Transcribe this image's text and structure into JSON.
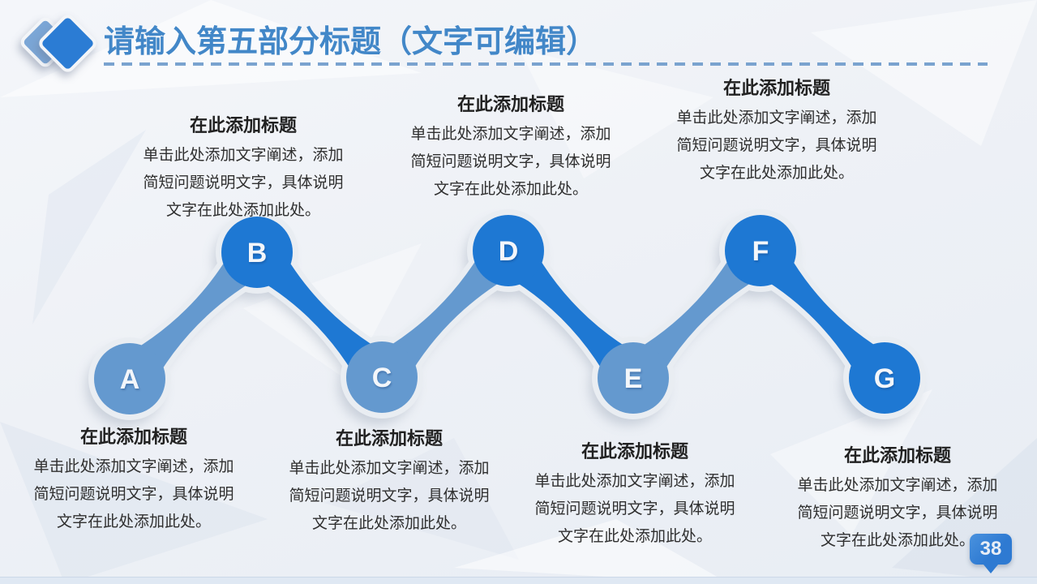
{
  "slide": {
    "title": "请输入第五部分标题（文字可编辑）",
    "page_number": "38"
  },
  "icons": {
    "title_marker": "double-diamond",
    "page_number_shape": "speech-bubble-pin"
  },
  "colors": {
    "title-blue": "#4287c8",
    "dash-blue": "#7aa3cf",
    "diamond-light": "#7ba6d6",
    "diamond-dark": "#2b7cd4",
    "node-dark": "#1e78d3",
    "node-light": "#6499cf",
    "halo": "#e9edf2",
    "badge-blue": "#2e7ad2",
    "bottom-bar": "#dfe8f3",
    "heading-text": "#212121",
    "body-text": "#2f2f2f"
  },
  "diagram": {
    "nodes": [
      {
        "label": "A",
        "tone": "light",
        "row": "bottom"
      },
      {
        "label": "B",
        "tone": "dark",
        "row": "top"
      },
      {
        "label": "C",
        "tone": "light",
        "row": "bottom"
      },
      {
        "label": "D",
        "tone": "dark",
        "row": "top"
      },
      {
        "label": "E",
        "tone": "light",
        "row": "bottom"
      },
      {
        "label": "F",
        "tone": "dark",
        "row": "top"
      },
      {
        "label": "G",
        "tone": "dark",
        "row": "bottom"
      }
    ],
    "blocks": [
      {
        "node": "B",
        "heading": "在此添加标题",
        "body_lines": [
          "单击此处添加文字阐述，添加",
          "简短问题说明文字，具体说明",
          "文字在此处添加此处。"
        ]
      },
      {
        "node": "D",
        "heading": "在此添加标题",
        "body_lines": [
          "单击此处添加文字阐述，添加",
          "简短问题说明文字，具体说明",
          "文字在此处添加此处。"
        ]
      },
      {
        "node": "F",
        "heading": "在此添加标题",
        "body_lines": [
          "单击此处添加文字阐述，添加",
          "简短问题说明文字，具体说明",
          "文字在此处添加此处。"
        ]
      },
      {
        "node": "A",
        "heading": "在此添加标题",
        "body_lines": [
          "单击此处添加文字阐述，添加",
          "简短问题说明文字，具体说明",
          "文字在此处添加此处。"
        ]
      },
      {
        "node": "C",
        "heading": "在此添加标题",
        "body_lines": [
          "单击此处添加文字阐述，添加",
          "简短问题说明文字，具体说明",
          "文字在此处添加此处。"
        ]
      },
      {
        "node": "E",
        "heading": "在此添加标题",
        "body_lines": [
          "单击此处添加文字阐述，添加",
          "简短问题说明文字，具体说明",
          "文字在此处添加此处。"
        ]
      },
      {
        "node": "G",
        "heading": "在此添加标题",
        "body_lines": [
          "单击此处添加文字阐述，添加",
          "简短问题说明文字，具体说明",
          "文字在此处添加此处。"
        ]
      }
    ]
  }
}
